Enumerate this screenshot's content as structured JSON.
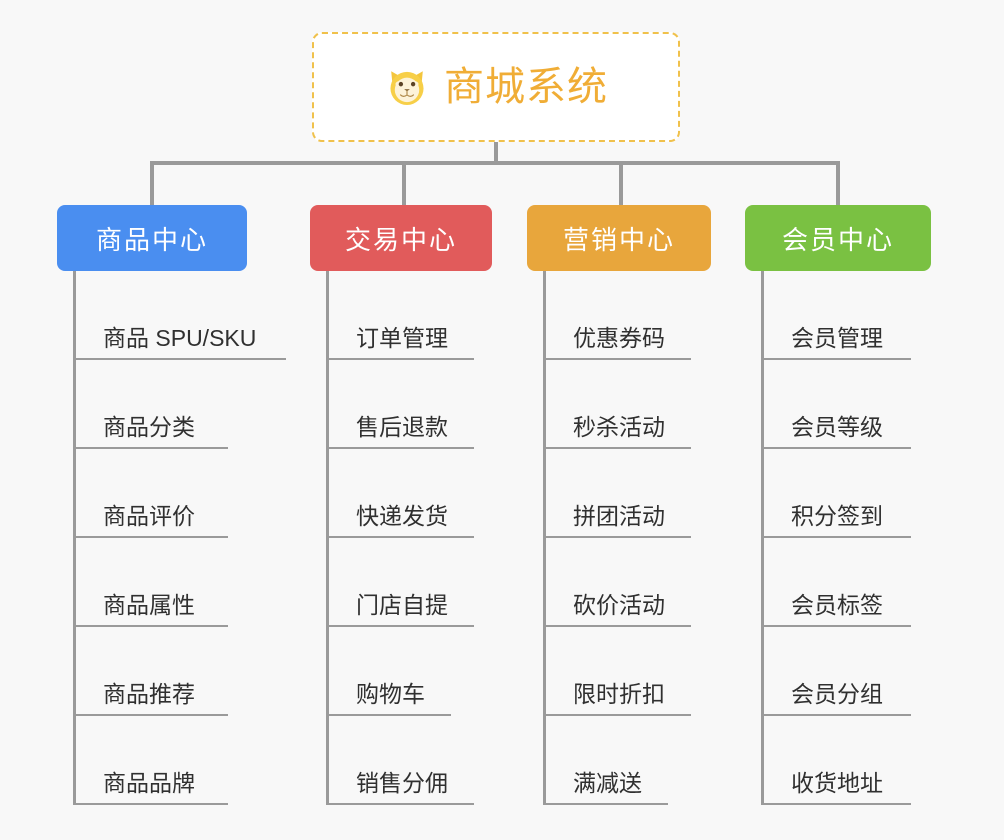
{
  "page": {
    "background_color": "#f8f8f8",
    "connector_color": "#9a9a9a",
    "leaf_text_color": "#303030"
  },
  "root": {
    "title": "商城系统",
    "icon": "dog-face-emoji",
    "icon_glyph": "🐶",
    "text_color": "#f0ad36",
    "border_color": "#f0c14b",
    "background_color": "#ffffff"
  },
  "branches": [
    {
      "label": "商品中心",
      "color": "#4a8ef0",
      "leaves": [
        "商品 SPU/SKU",
        "商品分类",
        "商品评价",
        "商品属性",
        "商品推荐",
        "商品品牌"
      ]
    },
    {
      "label": "交易中心",
      "color": "#e15b5b",
      "leaves": [
        "订单管理",
        "售后退款",
        "快递发货",
        "门店自提",
        "购物车",
        "销售分佣"
      ]
    },
    {
      "label": "营销中心",
      "color": "#e8a63c",
      "leaves": [
        "优惠券码",
        "秒杀活动",
        "拼团活动",
        "砍价活动",
        "限时折扣",
        "满减送"
      ]
    },
    {
      "label": "会员中心",
      "color": "#7ac142",
      "leaves": [
        "会员管理",
        "会员等级",
        "积分签到",
        "会员标签",
        "会员分组",
        "收货地址"
      ]
    }
  ]
}
